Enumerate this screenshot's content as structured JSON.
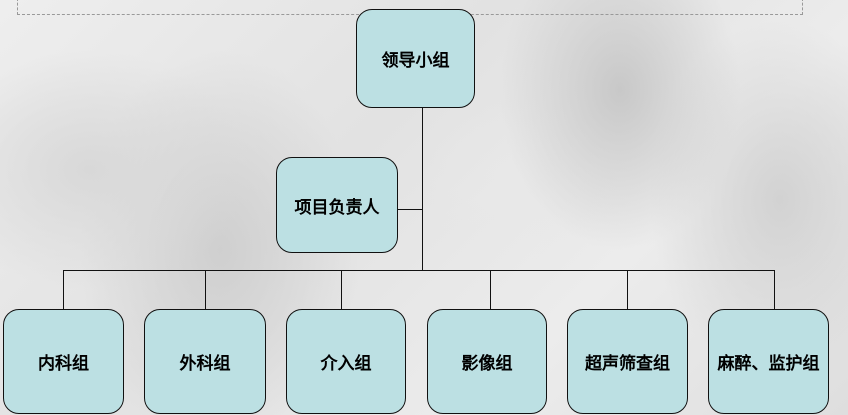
{
  "top": {
    "label": "领导小组"
  },
  "lead": {
    "label": "项目负责人"
  },
  "groups": [
    {
      "label": "内科组"
    },
    {
      "label": "外科组"
    },
    {
      "label": "介入组"
    },
    {
      "label": "影像组"
    },
    {
      "label": "超声筛查组"
    },
    {
      "label": "麻醉、监护组"
    }
  ],
  "colors": {
    "box_fill": "#bce0e3",
    "line": "#111111"
  }
}
